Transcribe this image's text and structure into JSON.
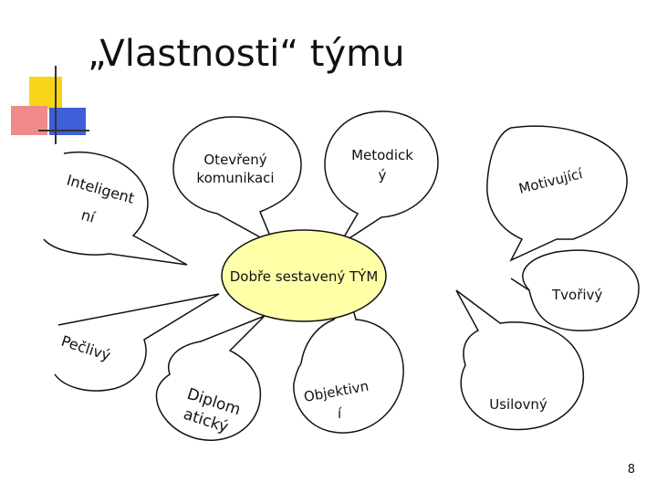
{
  "slide": {
    "title": "„Vlastnosti“ týmu",
    "page_number": "8"
  },
  "diagram": {
    "center": "Dobře sestavený TÝM",
    "bubbles": {
      "inteligentni_line1": "Inteligent",
      "inteligentni_line2": "ní",
      "oteverny_line1": "Otevřený",
      "oteverny_line2": "komunikaci",
      "metodicky_line1": "Metodick",
      "metodicky_line2": "ý",
      "motivujici": "Motivující",
      "tvorivy": "Tvořivý",
      "pecливy": "Pečlivý",
      "diplomaticky_line1": "Diplom",
      "diplomaticky_line2": "atický",
      "objektivni_line1": "Objektivn",
      "objektivni_line2": "í",
      "usilovny": "Usilovný"
    }
  },
  "colors": {
    "center_fill": "#ffffa8",
    "bubble_stroke": "#111111",
    "deco_yellow": "#f7d51b",
    "deco_blue": "#3f5fd8",
    "deco_red": "#f08a8a",
    "deco_line": "#333333"
  }
}
